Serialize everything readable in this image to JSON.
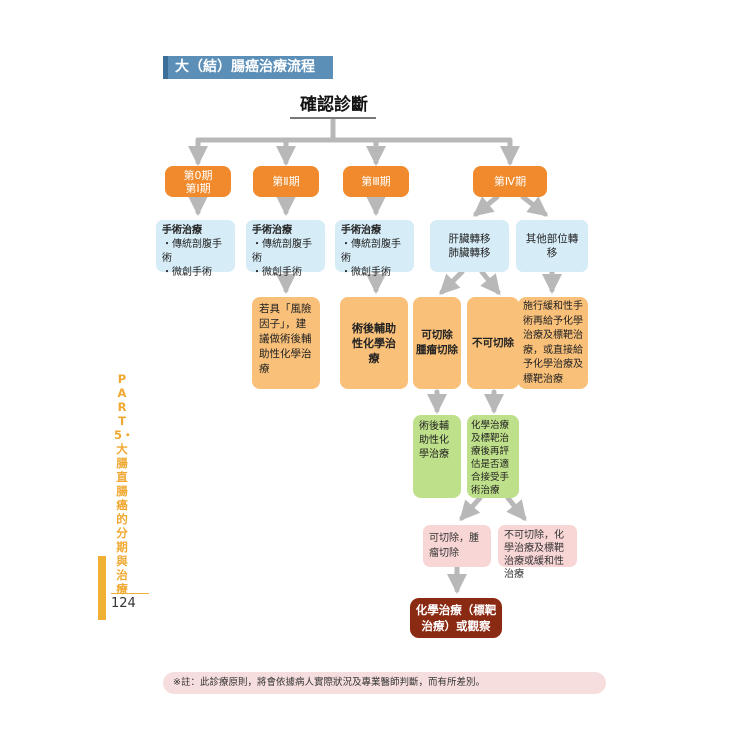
{
  "title": "大（結）腸癌治療流程",
  "confirm": "確認診斷",
  "stages": {
    "s0_line1": "第0期",
    "s0_line2": "第Ⅰ期",
    "s2": "第Ⅱ期",
    "s3": "第Ⅲ期",
    "s4": "第Ⅳ期"
  },
  "surgery": {
    "heading": "手術治療",
    "item1": "・傳統剖腹手術",
    "item2": "・微創手術"
  },
  "metastasis": {
    "liver_lung_line1": "肝臟轉移",
    "liver_lung_line2": "肺臟轉移",
    "other": "其他部位轉移"
  },
  "boxes": {
    "stage2_note": "若具「風險因子」，建議做術後輔助性化學治療",
    "stage3_note": "術後輔助性化學治療",
    "resectable_line1": "可切除",
    "resectable_line2": "腫瘤切除",
    "unresectable": "不可切除",
    "other_treatment": "施行緩和性手術再給予化學治療及標靶治療，或直接給予化學治療及標靶治療",
    "post_op_chemo": "術後輔助性化學治療",
    "chemo_target_reassess": "化學治療及標靶治療後再評估是否適合接受手術治療",
    "resect_after": "可切除，腫瘤切除",
    "unresect_after": "不可切除，化學治療及標靶治療或緩和性治療",
    "final_line1": "化學治療（標靶",
    "final_line2": "治療）或觀察"
  },
  "note": "※註：此診療原則，將會依據病人實際狀況及專業醫師判斷，而有所差別。",
  "side_label": "PART5・大腸直腸癌的分期與治療",
  "page_number": "124",
  "colors": {
    "stage": "#f08a2c",
    "blue": "#d6ecf7",
    "peach": "#f9c07a",
    "green": "#bfe08a",
    "pink": "#f9d6d6",
    "dark": "#8b2a12",
    "title_bar": "#5b8fb8",
    "arrow": "#b8b8b8",
    "side": "#f0b034"
  }
}
